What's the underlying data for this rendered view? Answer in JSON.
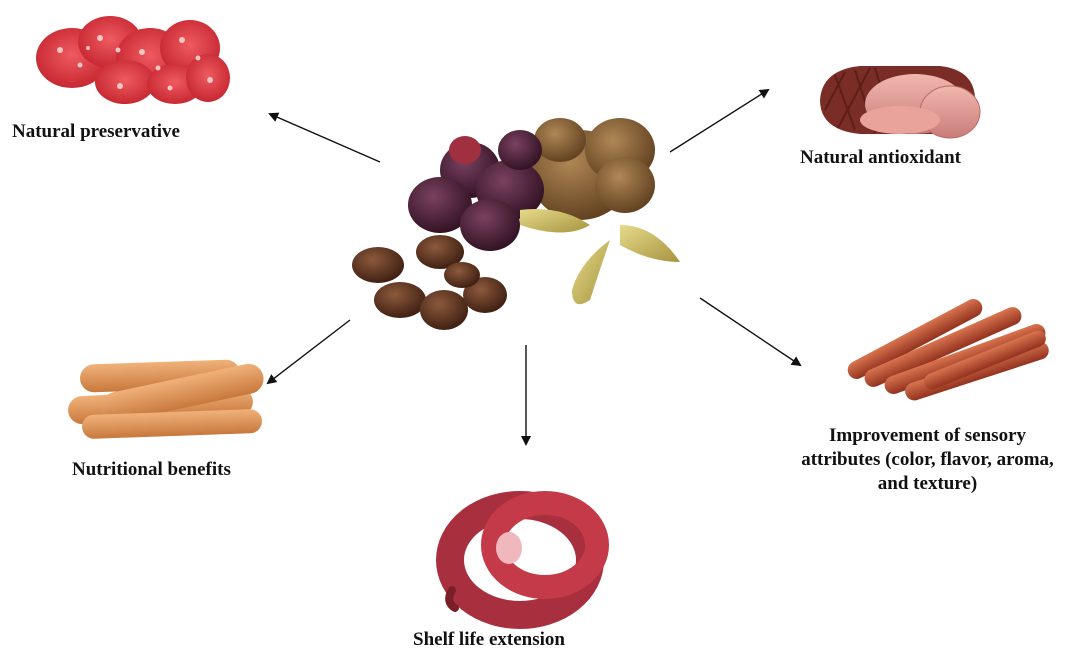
{
  "labels": {
    "natural_preservative": "Natural preservative",
    "natural_antioxidant": "Natural antioxidant",
    "nutritional_benefits": "Nutritional benefits",
    "shelf_life_extension": "Shelf life extension",
    "sensory_improvement": "Improvement of sensory attributes (color, flavor, aroma, and texture)"
  },
  "colors": {
    "salami": "#d8323c",
    "ham": "#c97c7a",
    "frankfurter": "#d98b4c",
    "sausage": "#b8482f",
    "ring_sausage": "#a8303e",
    "grape_skin": "#4a2038",
    "grape_seed": "#5b2f1e",
    "grape_stem": "#cbbd63",
    "arrow": "#111111"
  }
}
